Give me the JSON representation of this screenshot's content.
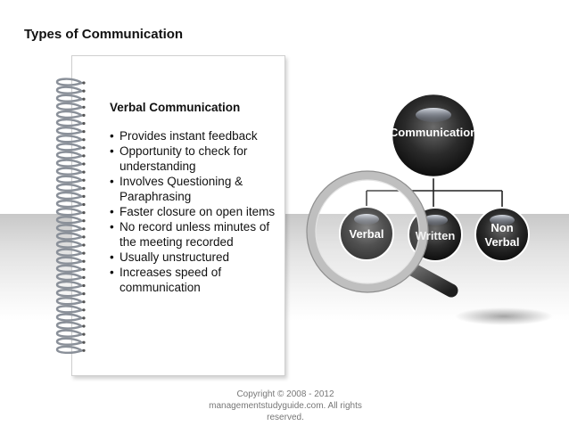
{
  "title": "Types of Communication",
  "notebook": {
    "heading": "Verbal Communication",
    "bullets": [
      "Provides instant feedback",
      "Opportunity to check for understanding",
      "Involves Questioning & Paraphrasing",
      "Faster closure on open items",
      "No record unless minutes of the meeting recorded",
      "Usually unstructured",
      "Increases speed of communication"
    ]
  },
  "diagram": {
    "root": "Communication",
    "children": [
      "Verbal",
      "Written",
      "Non Verbal"
    ]
  },
  "copyright": "Copyright © 2008 - 2012 managementstudyguide.com. All rights reserved."
}
